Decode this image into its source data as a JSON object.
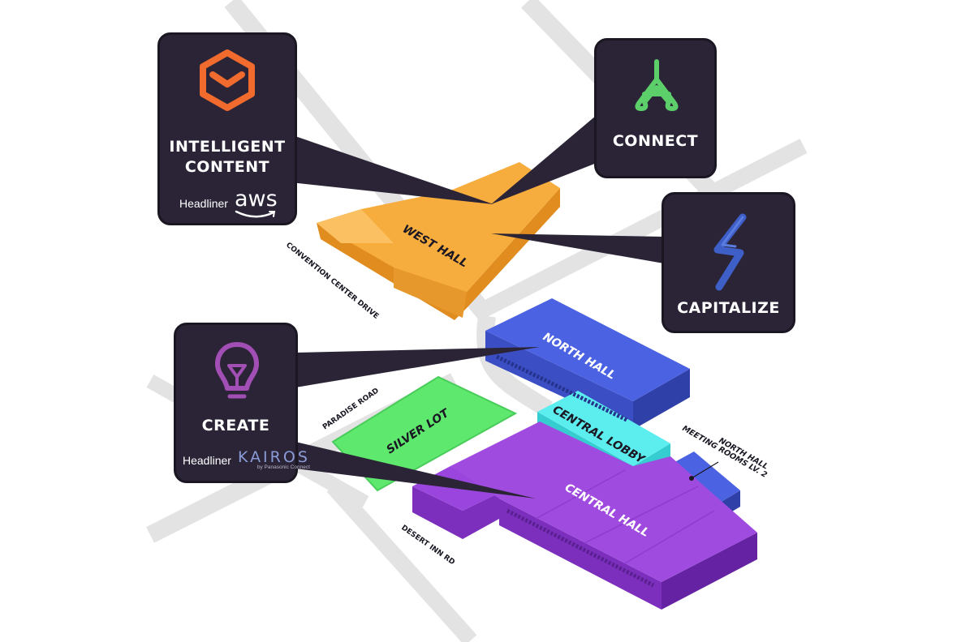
{
  "halls": {
    "west_hall": "WEST HALL",
    "north_hall": "NORTH HALL",
    "central_lobby": "CENTRAL LOBBY",
    "central_hall": "CENTRAL HALL",
    "silver_lot": "SILVER LOT",
    "north_hall_meeting_rooms": [
      "NORTH HALL",
      "MEETING ROOMS LV. 2"
    ]
  },
  "roads": {
    "convention_center_drive": "CONVENTION CENTER DRIVE",
    "paradise_road": "PARADISE ROAD",
    "desert_inn_rd": "DESERT INN RD"
  },
  "cards": {
    "intelligent_content": {
      "title": "INTELLIGENT\nCONTENT",
      "headliner_label": "Headliner",
      "sponsor": "aws",
      "icon": "hexagon-box-icon"
    },
    "connect": {
      "title": "CONNECT",
      "icon": "triangle-nodes-icon"
    },
    "capitalize": {
      "title": "CAPITALIZE",
      "icon": "lightning-bolt-icon"
    },
    "create": {
      "title": "CREATE",
      "headliner_label": "Headliner",
      "sponsor": "KAIROS",
      "sponsor_sub": "by Panasonic Connect",
      "icon": "lightbulb-icon"
    }
  },
  "colors": {
    "west_hall": "#f7ad3d",
    "north_hall": "#4b62e3",
    "central_lobby": "#5ceeee",
    "central_hall": "#a04be0",
    "silver_lot": "#5ee86e",
    "road": "#e3e3e3",
    "card_bg": "#2a2436",
    "intelligent_content_icon": "#f06b2d",
    "connect_icon": "#5ccf6b",
    "capitalize_icon": "#3f5fc8",
    "create_icon": "#a24fb5"
  }
}
